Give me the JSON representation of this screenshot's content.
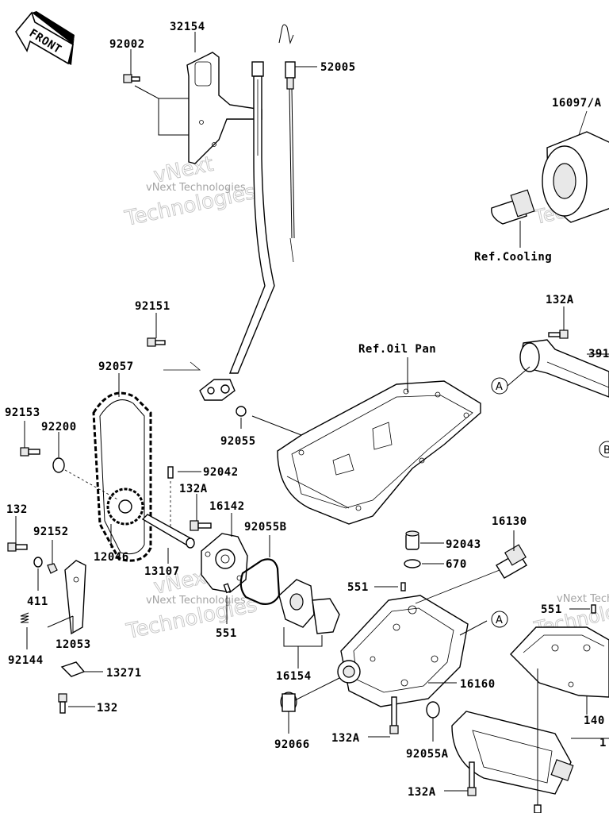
{
  "front_badge": "FRONT",
  "watermark": {
    "small": "vNext Technologies",
    "big_line1": "vNext",
    "big_line2": "Technologies"
  },
  "refs": {
    "cooling": "Ref.Cooling",
    "oil_pan": "Ref.Oil Pan"
  },
  "markers": {
    "a": "A",
    "b": "B"
  },
  "parts": {
    "p32154": "32154",
    "p92002": "92002",
    "p52005": "52005",
    "p16097": "16097/A",
    "p132A_top": "132A",
    "p391": "391",
    "p92151": "92151",
    "p92057": "92057",
    "p92153": "92153",
    "p92200": "92200",
    "p92055": "92055",
    "p92042": "92042",
    "p132A_mid": "132A",
    "p16142": "16142",
    "p132_left": "132",
    "p92152": "92152",
    "p92055B": "92055B",
    "p12046": "12046",
    "p13107": "13107",
    "p411": "411",
    "p16130": "16130",
    "p92043": "92043",
    "p670": "670",
    "p551_center": "551",
    "p551_left": "551",
    "p551_right": "551",
    "p12053": "12053",
    "p92144": "92144",
    "p16154": "16154",
    "p13271": "13271",
    "p16160": "16160",
    "p132_bottom": "132",
    "p92066": "92066",
    "p132A_low": "132A",
    "p92055A": "92055A",
    "p132A_bottom": "132A",
    "p140": "140",
    "p1_edge": "1"
  }
}
